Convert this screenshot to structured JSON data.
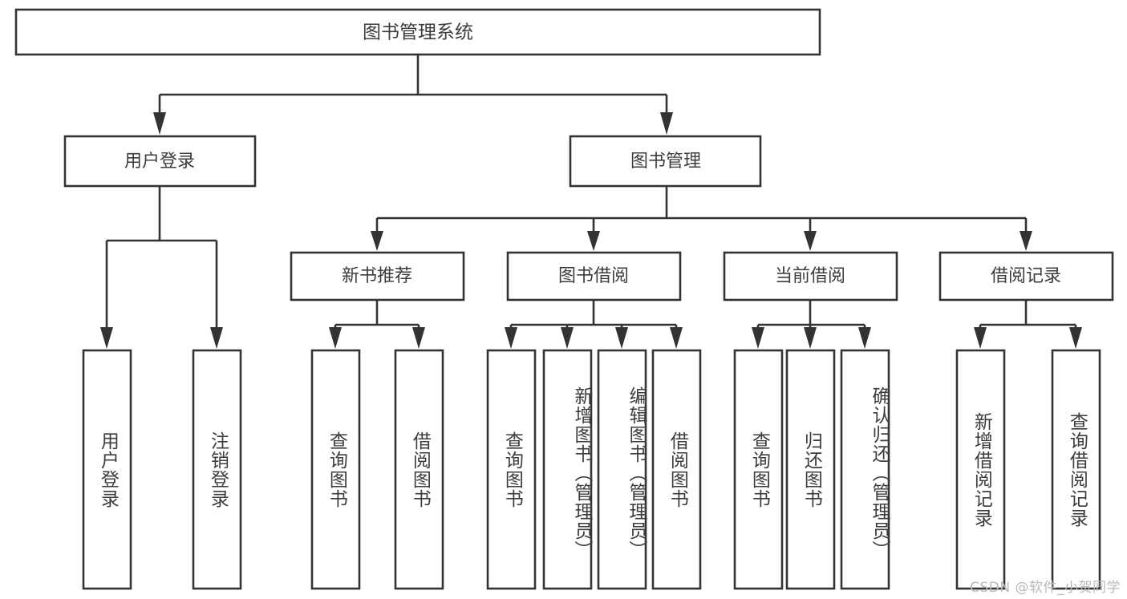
{
  "diagram": {
    "title": "图书管理系统",
    "type": "tree",
    "orientation": "top-down",
    "root": {
      "id": "root",
      "label": "图书管理系统",
      "text_direction": "horizontal"
    },
    "level2": [
      {
        "id": "user-login",
        "label": "用户登录",
        "text_direction": "horizontal"
      },
      {
        "id": "book-management",
        "label": "图书管理",
        "text_direction": "horizontal"
      }
    ],
    "level3": [
      {
        "id": "new-book-recommend",
        "label": "新书推荐",
        "parent": "book-management",
        "text_direction": "horizontal"
      },
      {
        "id": "book-borrow",
        "label": "图书借阅",
        "parent": "book-management",
        "text_direction": "horizontal"
      },
      {
        "id": "current-borrow",
        "label": "当前借阅",
        "parent": "book-management",
        "text_direction": "horizontal"
      },
      {
        "id": "borrow-record",
        "label": "借阅记录",
        "parent": "book-management",
        "text_direction": "horizontal"
      }
    ],
    "leaves": [
      {
        "id": "leaf-user-login",
        "label": "用户登录",
        "parent": "user-login",
        "text_direction": "vertical"
      },
      {
        "id": "leaf-logout-login",
        "label": "注销登录",
        "parent": "user-login",
        "text_direction": "vertical"
      },
      {
        "id": "leaf-query-book-1",
        "label": "查询图书",
        "parent": "new-book-recommend",
        "text_direction": "vertical"
      },
      {
        "id": "leaf-borrow-book-1",
        "label": "借阅图书",
        "parent": "new-book-recommend",
        "text_direction": "vertical"
      },
      {
        "id": "leaf-query-book-2",
        "label": "查询图书",
        "parent": "book-borrow",
        "text_direction": "vertical"
      },
      {
        "id": "leaf-add-book",
        "label": "新增图书（管理员）",
        "parent": "book-borrow",
        "text_direction": "vertical"
      },
      {
        "id": "leaf-edit-book",
        "label": "编辑图书（管理员）",
        "parent": "book-borrow",
        "text_direction": "vertical"
      },
      {
        "id": "leaf-borrow-book-2",
        "label": "借阅图书",
        "parent": "book-borrow",
        "text_direction": "vertical"
      },
      {
        "id": "leaf-query-book-3",
        "label": "查询图书",
        "parent": "current-borrow",
        "text_direction": "vertical"
      },
      {
        "id": "leaf-return-book",
        "label": "归还图书",
        "parent": "current-borrow",
        "text_direction": "vertical"
      },
      {
        "id": "leaf-confirm-return",
        "label": "确认归还（管理员）",
        "parent": "current-borrow",
        "text_direction": "vertical"
      },
      {
        "id": "leaf-add-record",
        "label": "新增借阅记录",
        "parent": "borrow-record",
        "text_direction": "vertical"
      },
      {
        "id": "leaf-query-record",
        "label": "查询借阅记录",
        "parent": "borrow-record",
        "text_direction": "vertical"
      }
    ],
    "colors": {
      "stroke": "#333333",
      "fill": "#ffffff",
      "text": "#3c3c3c",
      "background": "#ffffff",
      "watermark": "#b9b9b9"
    }
  },
  "watermark": {
    "text": "CSDN @软件_小贺同学"
  }
}
